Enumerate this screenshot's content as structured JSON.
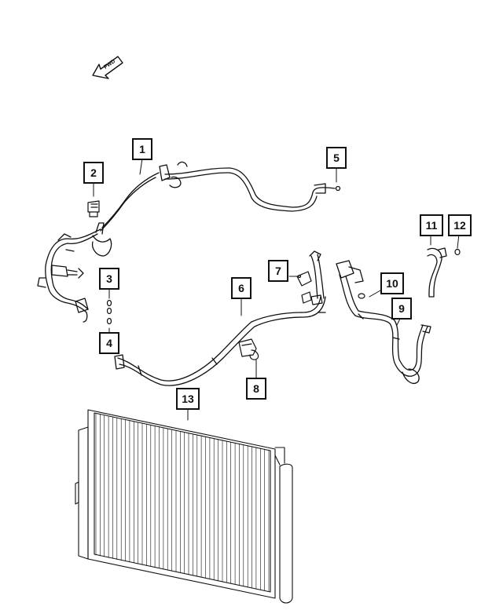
{
  "orientation_marker": {
    "icon": "forward-arrow-icon",
    "text": "FWD"
  },
  "callouts": [
    "1",
    "2",
    "3",
    "4",
    "5",
    "6",
    "7",
    "8",
    "9",
    "10",
    "11",
    "12",
    "13"
  ],
  "colors": {
    "line": "#111111",
    "background": "#ffffff"
  }
}
